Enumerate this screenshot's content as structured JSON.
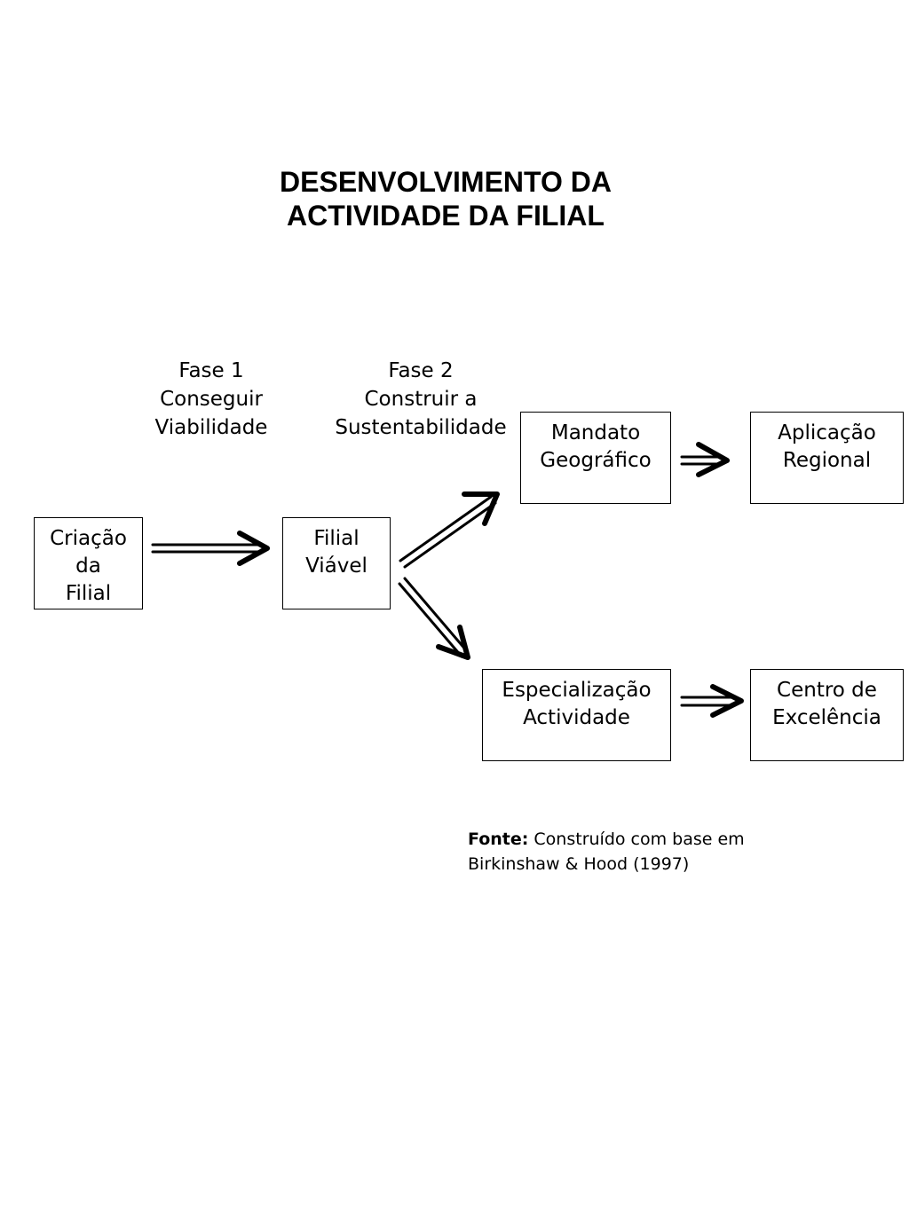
{
  "title": {
    "line1": "DESENVOLVIMENTO DA",
    "line2": "ACTIVIDADE DA FILIAL"
  },
  "phases": {
    "phase1": [
      "Fase 1",
      "Conseguir",
      "Viabilidade"
    ],
    "phase2": [
      "Fase 2",
      "Construir a",
      "Sustentabilidade"
    ]
  },
  "nodes": {
    "criacao": [
      "Criação",
      "da",
      "Filial"
    ],
    "filial_viavel": [
      "Filial",
      "Viável"
    ],
    "mandato": [
      "Mandato",
      "Geográfico"
    ],
    "aplicacao": [
      "Aplicação",
      "Regional"
    ],
    "especializacao": [
      "Especialização",
      "Actividade"
    ],
    "centro": [
      "Centro de",
      "Excelência"
    ]
  },
  "source": {
    "label": "Fonte:",
    "line1": "Construído com base em",
    "line2": "Birkinshaw & Hood (1997)"
  }
}
